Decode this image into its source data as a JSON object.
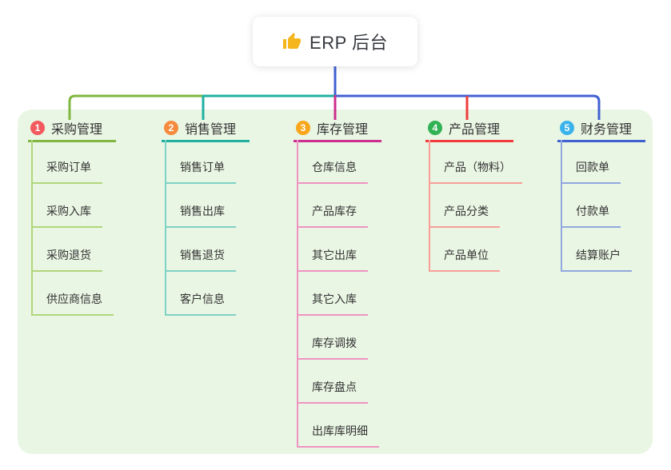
{
  "root": {
    "label": "ERP 后台",
    "icon": "thumbs-up",
    "icon_color": "#f5b51d",
    "line_color": "#4161d2"
  },
  "canvas": {
    "background": "#ffffff",
    "panel_color": "#eaf6e4"
  },
  "branches": [
    {
      "index": "1",
      "label": "采购管理",
      "badge_color": "#f35a5e",
      "line_color": "#7fb741",
      "child_line_color": "#b1d67c",
      "children": [
        "采购订单",
        "采购入库",
        "采购退货",
        "供应商信息"
      ]
    },
    {
      "index": "2",
      "label": "销售管理",
      "badge_color": "#f68b3d",
      "line_color": "#1fb0a0",
      "child_line_color": "#7fd2c6",
      "children": [
        "销售订单",
        "销售出库",
        "销售退货",
        "客户信息"
      ]
    },
    {
      "index": "3",
      "label": "库存管理",
      "badge_color": "#f9a61d",
      "line_color": "#cc2f8d",
      "child_line_color": "#ee93c2",
      "children": [
        "仓库信息",
        "产品库存",
        "其它出库",
        "其它入库",
        "库存调拨",
        "库存盘点",
        "出库库明细"
      ]
    },
    {
      "index": "4",
      "label": "产品管理",
      "badge_color": "#31b254",
      "line_color": "#f03c3c",
      "child_line_color": "#f79e98",
      "children": [
        "产品（物料）",
        "产品分类",
        "产品单位"
      ]
    },
    {
      "index": "5",
      "label": "财务管理",
      "badge_color": "#3ab3ea",
      "line_color": "#4161d2",
      "child_line_color": "#91a8de",
      "children": [
        "回款单",
        "付款单",
        "结算账户"
      ]
    }
  ]
}
